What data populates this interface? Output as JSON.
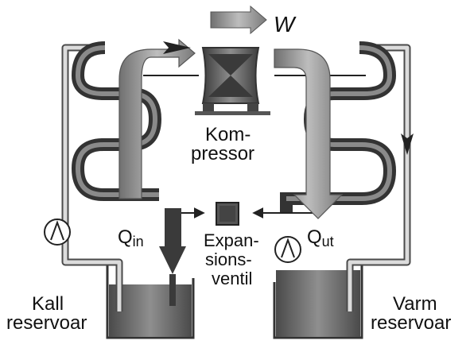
{
  "colors": {
    "background": "#ffffff",
    "pipe_fill": "#dcdcdc",
    "pipe_stroke": "#4a4a4a",
    "coil_dark": "#333333",
    "coil_light": "#8a8a8a",
    "big_arrow_fill": "#8c8c8c",
    "big_arrow_light": "#bcbcbc",
    "compressor_fill": "#5a5a5a",
    "liquid_fill": "#606060",
    "line": "#222222"
  },
  "icons": {
    "work_arrow": "right-arrow-icon",
    "pump": "pump-icon",
    "valve": "expansion-valve-icon",
    "compressor": "compressor-icon"
  },
  "labels": {
    "work": "W",
    "compressor_line1": "Kom-",
    "compressor_line2": "pressor",
    "q_in_main": "Q",
    "q_in_sub": "in",
    "q_out_main": "Q",
    "q_out_sub": "ut",
    "valve_line1": "Expan-",
    "valve_line2": "sions-",
    "valve_line3": "ventil",
    "cold_line1": "Kall",
    "cold_line2": "reservoar",
    "warm_line1": "Varm",
    "warm_line2": "reservoar"
  }
}
